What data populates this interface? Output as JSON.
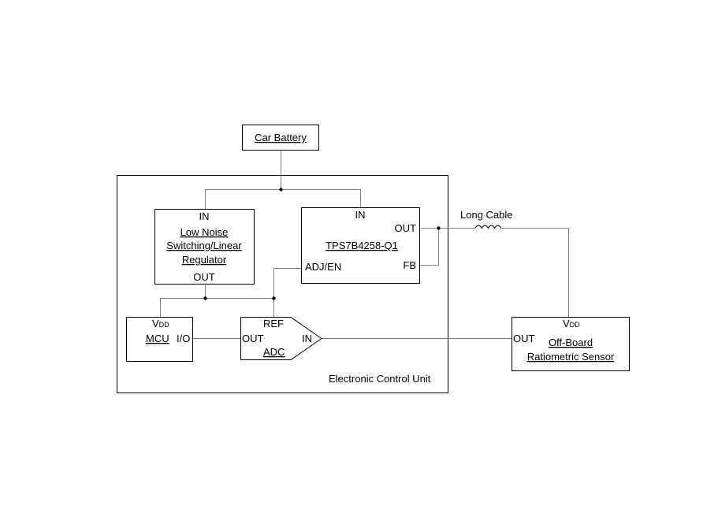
{
  "battery": {
    "label": "Car Battery"
  },
  "ecu": {
    "label": "Electronic Control Unit"
  },
  "regulator": {
    "in": "IN",
    "line1": "Low Noise",
    "line2": "Switching/Linear",
    "line3": "Regulator",
    "out": "OUT"
  },
  "tps": {
    "in": "IN",
    "out": "OUT",
    "name": "TPS7B4258-Q1",
    "adj": "ADJ/EN",
    "fb": "FB"
  },
  "mcu": {
    "vdd_main": "V",
    "vdd_sub": "DD",
    "name": "MCU",
    "io": "I/O"
  },
  "adc": {
    "ref": "REF",
    "out": "OUT",
    "in": "IN",
    "name": "ADC"
  },
  "cable": {
    "label": "Long Cable"
  },
  "sensor": {
    "vdd_main": "V",
    "vdd_sub": "DD",
    "out": "OUT",
    "line1": "Off-Board",
    "line2": "Ratiometric Sensor"
  }
}
